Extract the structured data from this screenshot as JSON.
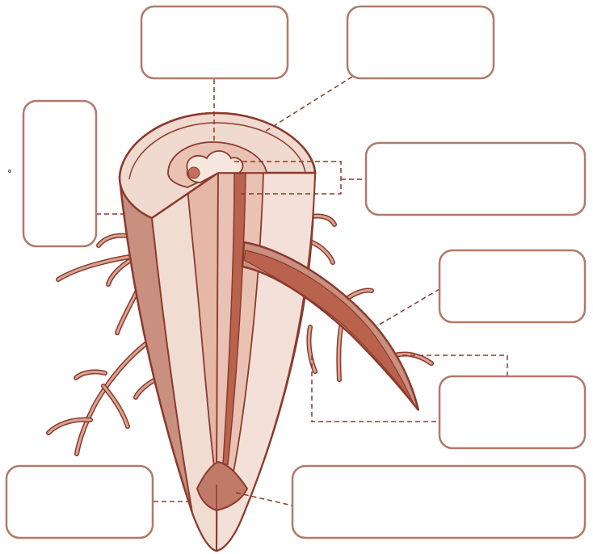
{
  "diagram": {
    "marker_symbol": "∘",
    "labels": [
      {
        "id": "top-left",
        "text": ""
      },
      {
        "id": "top-right",
        "text": ""
      },
      {
        "id": "left",
        "text": ""
      },
      {
        "id": "right-upper",
        "text": ""
      },
      {
        "id": "right-middle",
        "text": ""
      },
      {
        "id": "right-lower",
        "text": ""
      },
      {
        "id": "bottom-left",
        "text": ""
      },
      {
        "id": "bottom-right",
        "text": ""
      }
    ],
    "colors": {
      "outline": "#8b3a2c",
      "epidermis_outer": "#c98f7f",
      "cortex": "#f3e1d9",
      "endodermis": "#e9c2b3",
      "vascular": "#b9624e",
      "root_cap": "#c07a68",
      "label_border": "#b07a6a"
    }
  }
}
